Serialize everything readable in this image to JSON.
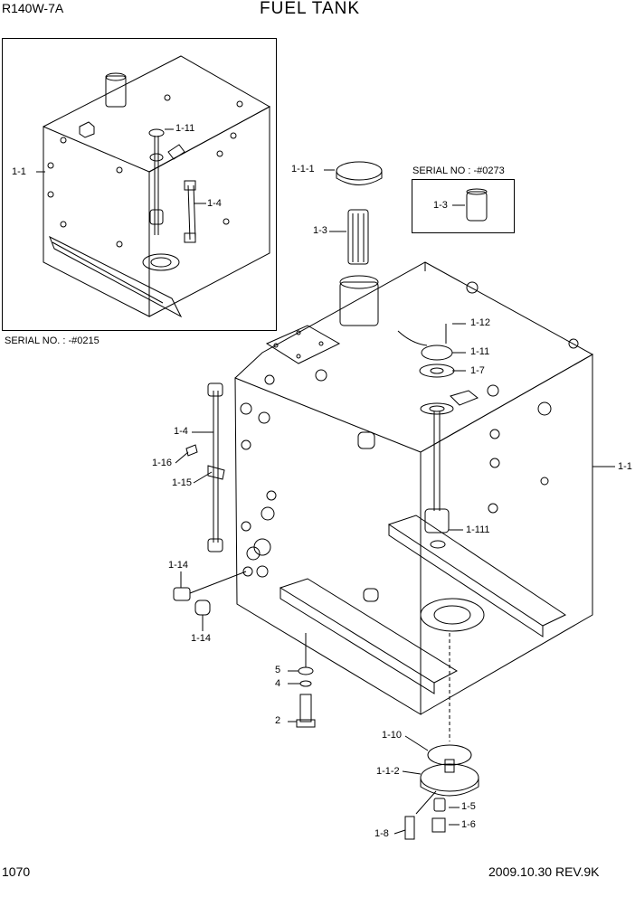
{
  "header": {
    "model": "R140W-7A",
    "title": "FUEL TANK"
  },
  "footer": {
    "page_number": "1070",
    "date_rev": "2009.10.30  REV.9K"
  },
  "inset": {
    "serial": "SERIAL NO. : -#0215",
    "labels": {
      "l1_1": "1-1",
      "l1_11": "1-11",
      "l1_4": "1-4"
    }
  },
  "serial_box": {
    "serial": "SERIAL NO : -#0273",
    "label": "1-3"
  },
  "main_labels": {
    "l1_1_1": "1-1-1",
    "l1_3": "1-3",
    "l1_12": "1-12",
    "l1_11": "1-11",
    "l1_7": "1-7",
    "l1_1": "1-1",
    "l1_4": "1-4",
    "l1_16": "1-16",
    "l1_15": "1-15",
    "l1_111": "1-111",
    "l1_14a": "1-14",
    "l1_14b": "1-14",
    "l5": "5",
    "l4": "4",
    "l2": "2",
    "l1_10": "1-10",
    "l1_1_2": "1-1-2",
    "l1_5": "1-5",
    "l1_6": "1-6",
    "l1_8": "1-8"
  }
}
